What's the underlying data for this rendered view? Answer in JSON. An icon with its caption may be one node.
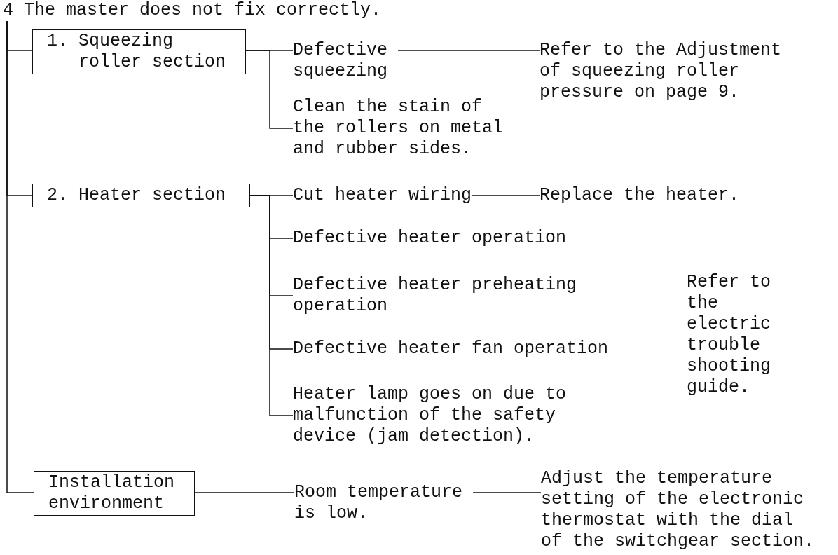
{
  "diagram": {
    "nodes": [
      {
        "text": [
          "4 The master does not fix correctly."
        ]
      },
      {
        "text": [
          "1. Squeezing roller section"
        ]
      },
      {
        "text": [
          "Defective squeezing"
        ]
      },
      {
        "text": [
          "Refer to the Adjustment of squeezing roller pressure on page 9."
        ]
      },
      {
        "text": [
          "Clean the stain of the rollers on metal and rubber sides."
        ]
      },
      {
        "text": [
          "2. Heater section"
        ]
      },
      {
        "text": [
          "Cut heater wiring"
        ]
      },
      {
        "text": [
          "Replace the heater."
        ]
      },
      {
        "text": [
          "Defective heater operation"
        ]
      },
      {
        "text": [
          "Defective heater preheating operation"
        ]
      },
      {
        "text": [
          "Defective heater fan operation"
        ]
      },
      {
        "text": [
          "Heater lamp goes on due to malfunction of the safety device (jam detection)."
        ]
      },
      {
        "text": [
          "Installation environment"
        ]
      },
      {
        "text": [
          "Room temperature is low."
        ]
      },
      {
        "text": [
          "Adjust the temperature setting of the electronic thermostat with the dial of the switchgear section."
        ]
      }
    ],
    "edges": [
      {
        "from": 0,
        "to": 1,
        "arrow": "none"
      },
      {
        "from": 0,
        "to": 5,
        "arrow": "none"
      },
      {
        "from": 0,
        "to": 12,
        "arrow": "none"
      },
      {
        "from": 1,
        "to": 2,
        "arrow": "none"
      },
      {
        "from": 1,
        "to": 4,
        "arrow": "none"
      },
      {
        "from": 2,
        "to": 3,
        "arrow": "none"
      },
      {
        "from": 5,
        "to": 6,
        "arrow": "none"
      },
      {
        "from": 5,
        "to": 8,
        "arrow": "none"
      },
      {
        "from": 5,
        "to": 9,
        "arrow": "none"
      },
      {
        "from": 5,
        "to": 10,
        "arrow": "none"
      },
      {
        "from": 5,
        "to": 11,
        "arrow": "none"
      },
      {
        "from": 6,
        "to": 7,
        "arrow": "none"
      },
      {
        "from": 12,
        "to": 13,
        "arrow": "none"
      },
      {
        "from": 13,
        "to": 14,
        "arrow": "none"
      }
    ],
    "labels": [
      "Refer to the electric trouble shooting guide."
    ]
  }
}
